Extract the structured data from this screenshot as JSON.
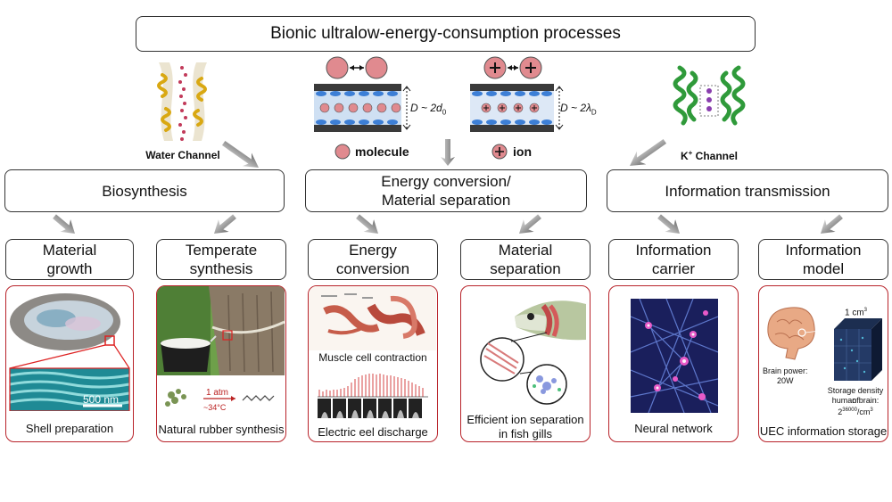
{
  "title": "Bionic ultralow-energy-consumption processes",
  "channels": {
    "water": "Water Channel",
    "k_main": "K",
    "k_sup": "+",
    "k_rest": " Channel"
  },
  "nano": {
    "left_eq_prefix": "D ~ 2",
    "left_eq_var": "d",
    "left_eq_sub": "0",
    "right_eq_prefix": "D ~ 2",
    "right_eq_var": "λ",
    "right_eq_sub": "D",
    "legend_molecule": "molecule",
    "legend_ion": "ion",
    "plus": "+"
  },
  "categories": [
    {
      "line1": "Biosynthesis",
      "line2": ""
    },
    {
      "line1": "Energy conversion/",
      "line2": "Material separation"
    },
    {
      "line1": "Information transmission",
      "line2": ""
    }
  ],
  "subs": [
    {
      "line1": "Material",
      "line2": "growth"
    },
    {
      "line1": "Temperate",
      "line2": "synthesis"
    },
    {
      "line1": "Energy",
      "line2": "conversion"
    },
    {
      "line1": "Material",
      "line2": "separation"
    },
    {
      "line1": "Information",
      "line2": "carrier"
    },
    {
      "line1": "Information",
      "line2": "model"
    }
  ],
  "panels": {
    "shell": {
      "scale": "500 nm",
      "caption": "Shell preparation"
    },
    "rubber": {
      "pressure": "1 atm",
      "temp": "~34°C",
      "caption": "Natural rubber synthesis"
    },
    "eel": {
      "cap1": "Muscle cell contraction",
      "cap2": "Electric eel discharge"
    },
    "fish": {
      "cap1": "Efficient ion separation",
      "cap2": "in fish gills"
    },
    "neural": {
      "caption": "Neural network"
    },
    "brain": {
      "cube": "1 cm",
      "cube_sup": "3",
      "power1": "Brain power:",
      "power2": "20W",
      "storage1": "Storage density of",
      "storage2": "human brain:",
      "storage3_base": "2",
      "storage3_exp": "36000",
      "storage3_unit": "/cm",
      "storage3_sup": "3",
      "caption": "UEC information storage"
    }
  },
  "colors": {
    "panel_border": "#b8232a",
    "arrow": "#888888",
    "molecule": "#e08a8f",
    "channel_blue": "#3d7fd6",
    "wall": "#3a3a3a"
  }
}
